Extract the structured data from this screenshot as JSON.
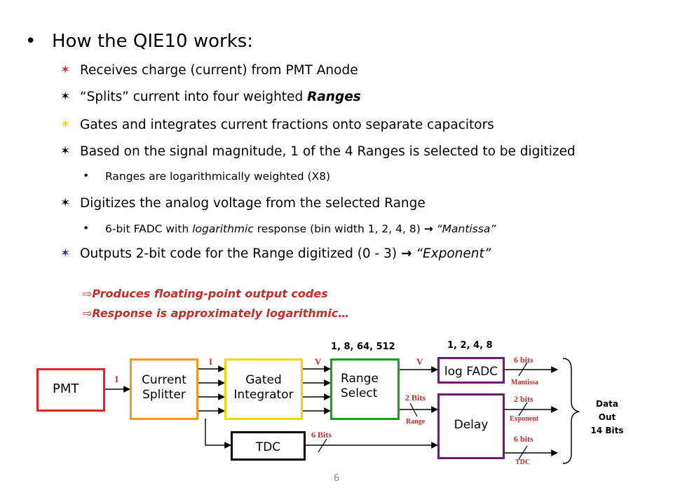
{
  "slide": {
    "heading": "How the QIE10 works:",
    "points": [
      {
        "star_color": "#e0242b",
        "text": "Receives charge (current) from PMT Anode"
      },
      {
        "star_color": "#000000",
        "text_before": "“Splits” current into four weighted ",
        "text_em": "Ranges"
      },
      {
        "star_color": "#f5d600",
        "text": "Gates and integrates current fractions onto separate capacitors"
      },
      {
        "star_color": "#000000",
        "text": "Based on the signal magnitude, 1 of the 4 Ranges is selected to be digitized"
      },
      {
        "star_color": "#000000",
        "text": "Digitizes the analog voltage from the selected Range"
      },
      {
        "star_color": "#2d2d8a",
        "text_before": "Outputs 2-bit code for the Range digitized (0 - 3) ",
        "text_em": "“Exponent”"
      }
    ],
    "subpoints": [
      {
        "text": "Ranges are logarithmically weighted (X8)"
      },
      {
        "text_a": "6-bit FADC with ",
        "text_em": "logarithmic",
        "text_b": " response (bin width 1, 2, 4, 8) ",
        "text_em2": "“Mantissa”"
      }
    ],
    "notes": [
      "Produces floating-point output codes",
      "Response is approximately logarithmic…"
    ],
    "page_number": "6"
  },
  "diagram": {
    "blocks": {
      "pmt": {
        "label": "PMT",
        "color": "#e0242b"
      },
      "splitter": {
        "label_line1": "Current",
        "label_line2": "Splitter",
        "color": "#f39a1e"
      },
      "integrator": {
        "label_line1": "Gated",
        "label_line2": "Integrator",
        "color": "#f5d600"
      },
      "range_select": {
        "label_line1": "Range",
        "label_line2": "Select",
        "color": "#14a21e"
      },
      "log_fadc": {
        "label": "log FADC",
        "color": "#6b1f6b"
      },
      "delay": {
        "label": "Delay",
        "color": "#6b1f6b"
      },
      "tdc": {
        "label": "TDC",
        "color": "#000000"
      }
    },
    "labels": {
      "i_pmt": "I",
      "i_splitter": "I",
      "v_integrator": "V",
      "v_range": "V",
      "weights_range": "1, 8, 64, 512",
      "weights_fadc": "1, 2, 4, 8",
      "range_bits": "2 Bits",
      "range_name": "Range",
      "tdc_bits": "6 Bits",
      "mantissa_bits": "6 bits",
      "mantissa_name": "Mantissa",
      "exponent_bits": "2 bits",
      "exponent_name": "Exponent",
      "tdc_out_bits": "6 bits",
      "tdc_out_name": "TDC",
      "data_out_1": "Data",
      "data_out_2": "Out",
      "data_out_3": "14 Bits"
    }
  }
}
